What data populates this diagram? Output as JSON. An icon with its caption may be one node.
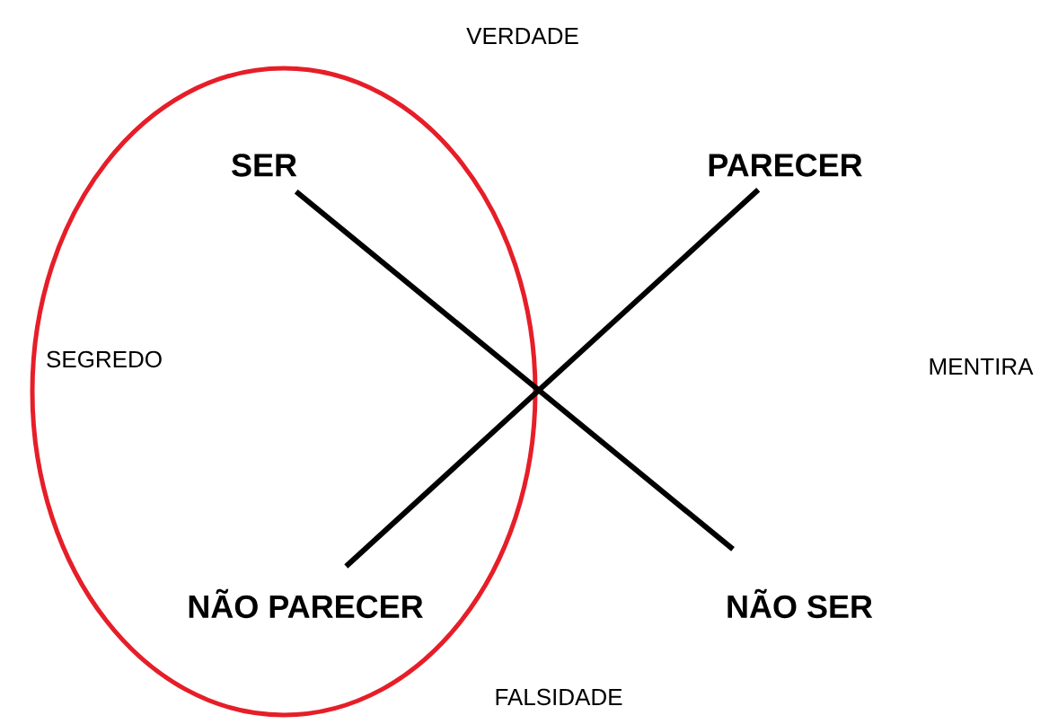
{
  "diagram": {
    "nodes": [
      {
        "text": [
          "SEGREDO"
        ]
      },
      {
        "text": [
          "SER"
        ],
        "in": 0
      },
      {
        "text": [
          "PARECER"
        ]
      },
      {
        "text": [
          "NÃO PARECER"
        ],
        "in": 0
      },
      {
        "text": [
          "NÃO SER"
        ]
      }
    ],
    "edges": [
      {
        "from": 1,
        "to": 4,
        "arrow": "none"
      },
      {
        "from": 2,
        "to": 3,
        "arrow": "none"
      }
    ],
    "labels": [
      "VERDADE",
      "MENTIRA",
      "FALSIDADE"
    ]
  }
}
